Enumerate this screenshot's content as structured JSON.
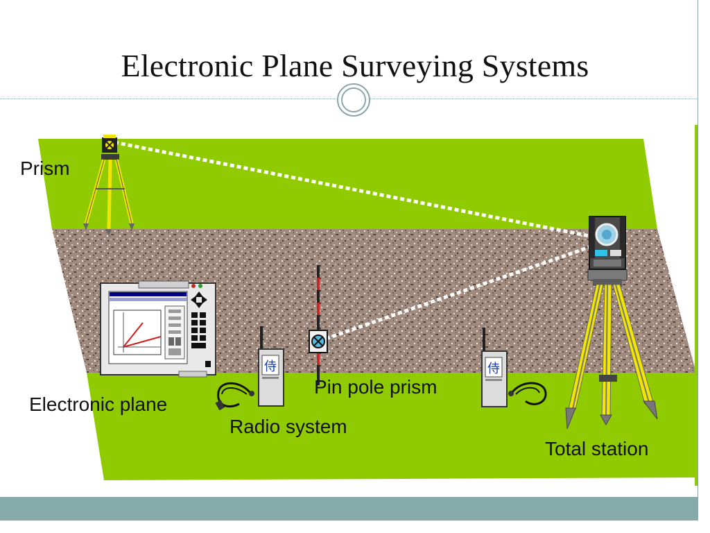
{
  "slide": {
    "title": "Electronic Plane Surveying Systems"
  },
  "labels": {
    "prism": "Prism",
    "electronic_plane": "Electronic plane",
    "radio_system": "Radio system",
    "pin_pole_prism": "Pin pole prism",
    "total_station": "Total station"
  },
  "radio_glyph": "侍",
  "colors": {
    "grass": "#8fcb00",
    "gravel": "#a08c80",
    "tripod_yellow": "#f2e600",
    "footer": "#86aaaa",
    "sight_line": "#ffffff"
  },
  "icons": [
    "prism-icon",
    "tripod-icon",
    "total-station-icon",
    "electronic-plane-icon",
    "radio-icon",
    "cable-icon",
    "pin-pole-prism-icon"
  ]
}
